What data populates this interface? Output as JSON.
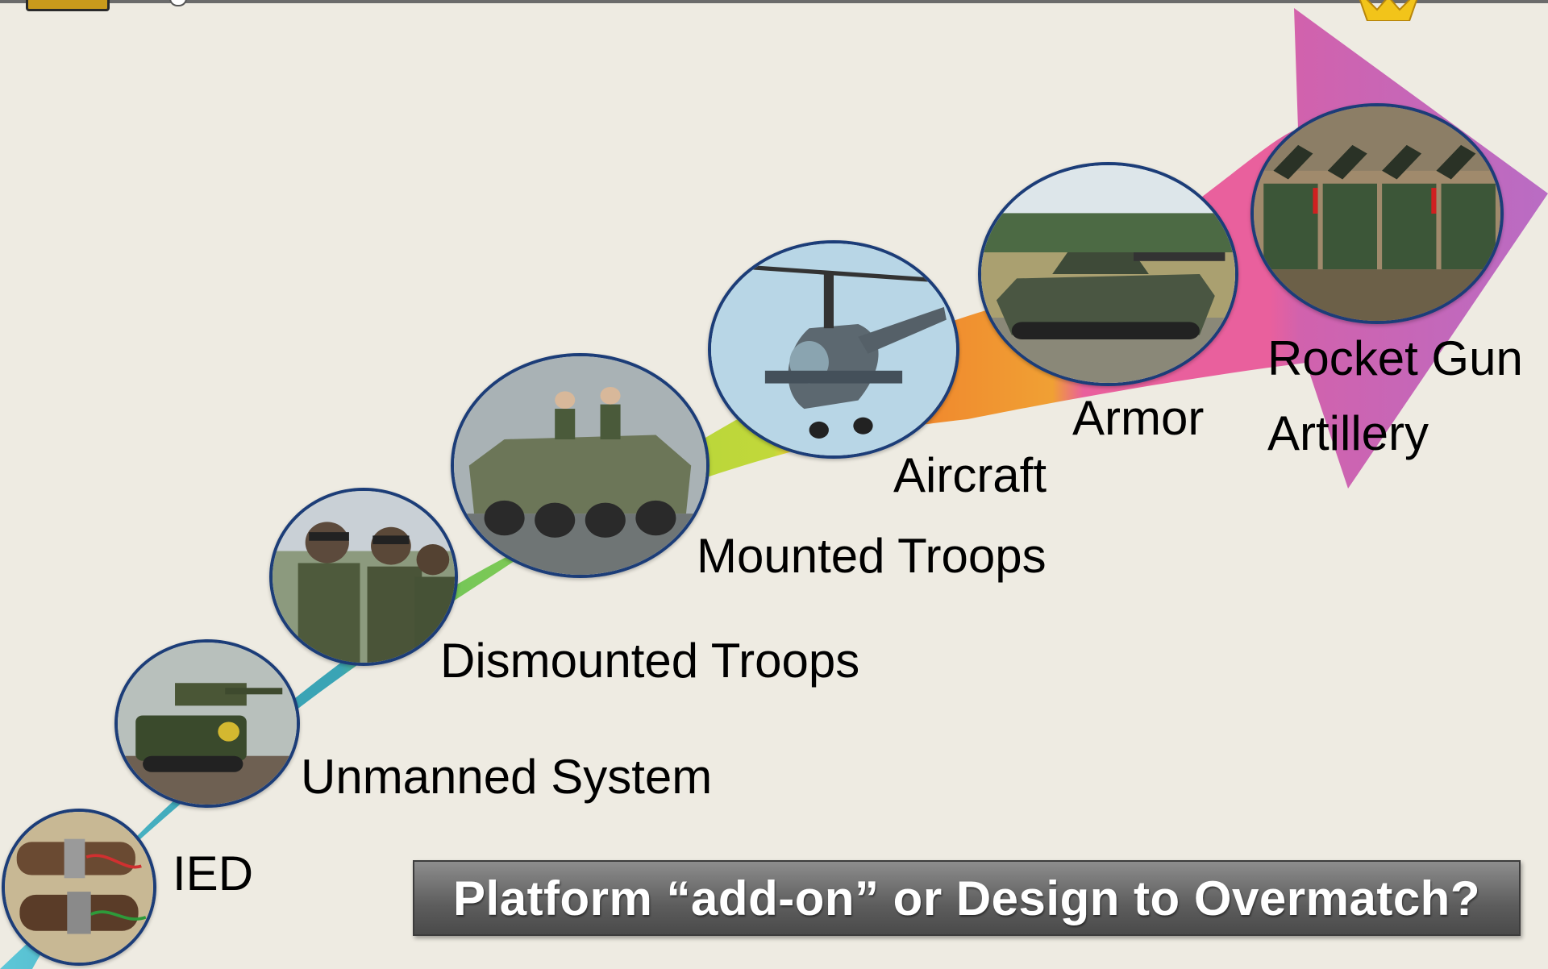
{
  "stages": [
    {
      "id": "ied",
      "label": "IED",
      "icon": "ied-photo"
    },
    {
      "id": "unmanned",
      "label": "Unmanned System",
      "icon": "unmanned-vehicle-photo"
    },
    {
      "id": "dismounted",
      "label": "Dismounted Troops",
      "icon": "soldiers-photo"
    },
    {
      "id": "mounted",
      "label": "Mounted Troops",
      "icon": "armored-carrier-photo"
    },
    {
      "id": "aircraft",
      "label": "Aircraft",
      "icon": "helicopter-photo"
    },
    {
      "id": "armor",
      "label": "Armor",
      "icon": "tank-photo"
    },
    {
      "id": "artillery",
      "label_line1": "Rocket Gun",
      "label_line2": "Artillery",
      "icon": "rocket-launcher-photo"
    }
  ],
  "banner": {
    "text": "Platform “add-on” or Design to Overmatch?"
  },
  "colors": {
    "background": "#eeebe2",
    "photo_border": "#1c3d78",
    "arrow_gradient": [
      "#5ec7d8",
      "#3aa4b5",
      "#6bc35a",
      "#b2d53a",
      "#f1d43a",
      "#f08a2e",
      "#e9609d",
      "#c06cc0"
    ]
  }
}
